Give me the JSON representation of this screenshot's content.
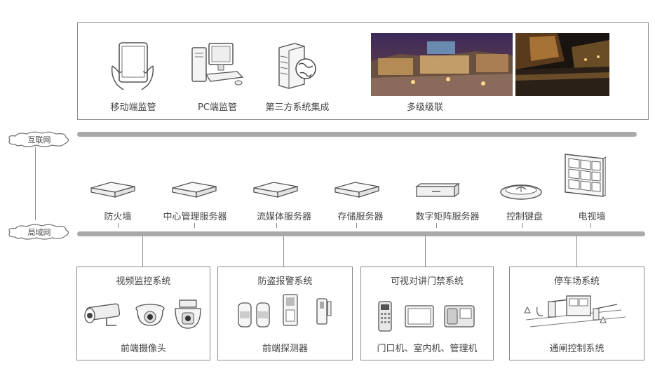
{
  "top_panel": {
    "items": [
      {
        "label": "移动端监管",
        "icon": "tablet-icon"
      },
      {
        "label": "PC端监管",
        "icon": "desktop-pc-icon"
      },
      {
        "label": "第三方系统集成",
        "icon": "server-globe-icon"
      }
    ],
    "photos_label": "多级级联"
  },
  "clouds": {
    "internet": "互联网",
    "lan": "局域网"
  },
  "devices": [
    {
      "label": "防火墙",
      "icon": "firewall-icon"
    },
    {
      "label": "中心管理服务器",
      "icon": "management-server-icon"
    },
    {
      "label": "流媒体服务器",
      "icon": "streaming-server-icon"
    },
    {
      "label": "存储服务器",
      "icon": "storage-server-icon"
    },
    {
      "label": "数字矩阵服务器",
      "icon": "matrix-server-icon"
    },
    {
      "label": "控制键盘",
      "icon": "control-keyboard-icon"
    },
    {
      "label": "电视墙",
      "icon": "video-wall-icon"
    }
  ],
  "subsystems": [
    {
      "title": "视频监控系统",
      "caption": "前端摄像头"
    },
    {
      "title": "防盗报警系统",
      "caption": "前端探测器"
    },
    {
      "title": "可视对讲门禁系统",
      "caption": "门口机、室内机、管理机"
    },
    {
      "title": "停车场系统",
      "caption": "通闸控制系统"
    }
  ],
  "colors": {
    "bus": "#a9a9a9",
    "border": "#8c8c8c",
    "text": "#444444"
  }
}
